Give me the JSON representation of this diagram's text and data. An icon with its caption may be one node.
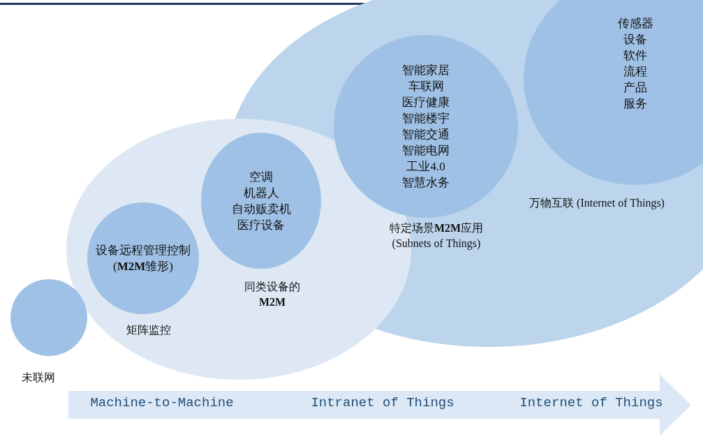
{
  "diagram": {
    "nodes": [
      {
        "text": [],
        "shape": "circle",
        "beside": [
          "未联网"
        ]
      },
      {
        "text": [
          "设备远程管理控制 (**M2M**雏形)"
        ],
        "beside": [
          "矩阵监控"
        ]
      },
      {
        "text": [
          "空调",
          "机器人",
          "自动贩卖机",
          "医疗设备"
        ],
        "beside": [
          "同类设备的**M2M**"
        ]
      },
      {
        "text": [
          "智能家居",
          "车联网",
          "医疗健康",
          "智能楼宇",
          "智能交通",
          "智能电网",
          "工业4.0",
          "智慧水务"
        ],
        "beside": [
          "特定场景**M2M**应用 (Subnets of Things)"
        ]
      },
      {
        "text": [
          "传感器",
          "设备",
          "软件",
          "流程",
          "产品",
          "服务"
        ],
        "beside": [
          "万物互联 (Internet of Things)"
        ]
      }
    ],
    "labels": [
      "Machine-to-Machine",
      "Intranet of Things",
      "Internet of Things"
    ]
  }
}
